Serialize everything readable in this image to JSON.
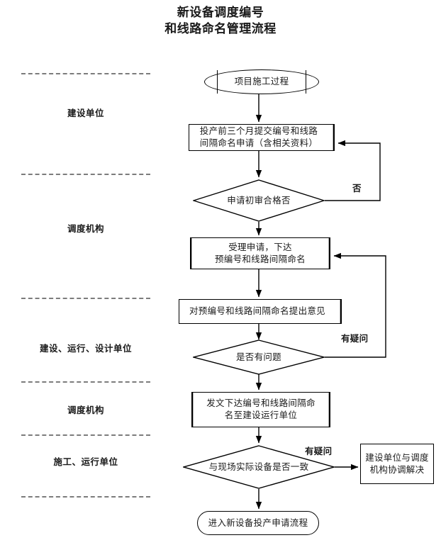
{
  "title": {
    "line1": "新设备调度编号",
    "line2": "和线路命名管理流程"
  },
  "lanes": [
    {
      "id": "lane-construction-unit",
      "label": "建设单位"
    },
    {
      "id": "lane-dispatch-org-1",
      "label": "调度机构"
    },
    {
      "id": "lane-design-units",
      "label": "建设、运行、设计单位"
    },
    {
      "id": "lane-dispatch-org-2",
      "label": "调度机构"
    },
    {
      "id": "lane-operation-units",
      "label": "施工、运行单位"
    }
  ],
  "nodes": {
    "start": "项目施工过程",
    "submit_application": "投产前三个月提交编号和线路\n间隔命名申请（含相关资料）",
    "decision_review": "申请初审合格否",
    "accept_application": "受理申请，下达\n预编号和线路间隔命名",
    "give_opinion": "对预编号和线路间隔命名提出意见",
    "decision_problem": "是否有问题",
    "issue_document": "发文下达编号和线路间隔命\n名至建设运行单位",
    "decision_consistency": "与现场实际设备是否一致",
    "coordinate_resolution": "建设单位与调度\n机构协调解决",
    "end": "进入新设备投产申请流程"
  },
  "edge_labels": {
    "review_no": "否",
    "problem_doubt": "有疑问",
    "consistency_doubt": "有疑问"
  },
  "colors": {
    "line": "#000000",
    "dashed_separator": "#7c7c7c",
    "text": "#1a1a1a",
    "background": "#ffffff"
  }
}
